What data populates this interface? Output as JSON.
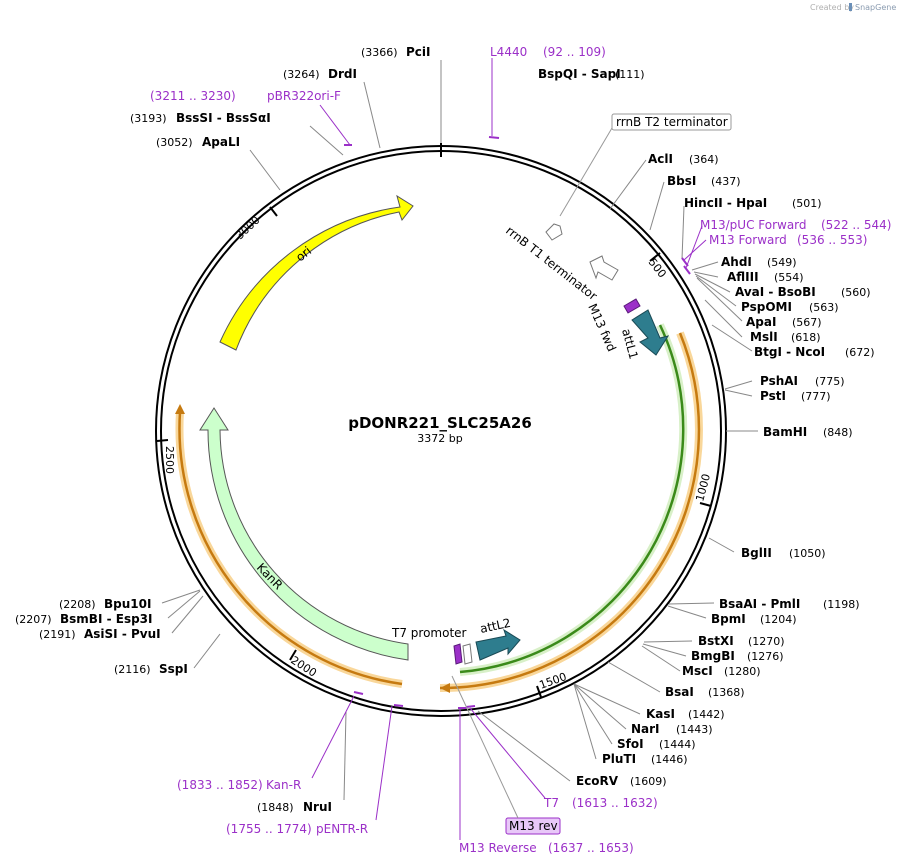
{
  "credit": {
    "created_by": "Created by",
    "brand": "SnapGene"
  },
  "plasmid": {
    "name": "pDONR221_SLC25A26",
    "size": "3372 bp"
  },
  "ticks": [
    "500",
    "1000",
    "1500",
    "2000",
    "2500",
    "3000"
  ],
  "features": {
    "ori": "ori",
    "kanr": "KanR",
    "attl1": "attL1",
    "attl2": "attL2",
    "m13fwd": "M13 fwd",
    "rrnb_t1": "rrnB T1 terminator",
    "rrnb_t2": "rrnB T2 terminator",
    "t7_promoter": "T7 promoter",
    "m13rev": "M13 rev"
  },
  "enzymes_right": [
    {
      "name": "AclI",
      "pos": "(364)"
    },
    {
      "name": "BbsI",
      "pos": "(437)"
    },
    {
      "name": "HincII  -  HpaI",
      "pos": "(501)"
    },
    {
      "name": "AhdI",
      "pos": "(549)"
    },
    {
      "name": "AflIII",
      "pos": "(554)"
    },
    {
      "name": "AvaI  -  BsoBI",
      "pos": "(560)"
    },
    {
      "name": "PspOMI",
      "pos": "(563)"
    },
    {
      "name": "ApaI",
      "pos": "(567)"
    },
    {
      "name": "MslI",
      "pos": "(618)"
    },
    {
      "name": "BtgI  -  NcoI",
      "pos": "(672)"
    },
    {
      "name": "PshAI",
      "pos": "(775)"
    },
    {
      "name": "PstI",
      "pos": "(777)"
    },
    {
      "name": "BamHI",
      "pos": "(848)"
    },
    {
      "name": "BglII",
      "pos": "(1050)"
    },
    {
      "name": "BsaAI  -  PmlI",
      "pos": "(1198)"
    },
    {
      "name": "BpmI",
      "pos": "(1204)"
    },
    {
      "name": "BstXI",
      "pos": "(1270)"
    },
    {
      "name": "BmgBI",
      "pos": "(1276)"
    },
    {
      "name": "MscI",
      "pos": "(1280)"
    },
    {
      "name": "BsaI",
      "pos": "(1368)"
    },
    {
      "name": "KasI",
      "pos": "(1442)"
    },
    {
      "name": "NarI",
      "pos": "(1443)"
    },
    {
      "name": "SfoI",
      "pos": "(1444)"
    },
    {
      "name": "PluTI",
      "pos": "(1446)"
    },
    {
      "name": "EcoRV",
      "pos": "(1609)"
    }
  ],
  "enzymes_left": [
    {
      "name": "PciI",
      "pos": "(3366)"
    },
    {
      "name": "DrdI",
      "pos": "(3264)"
    },
    {
      "name": "BssSI  -  BssSαI",
      "pos": "(3193)"
    },
    {
      "name": "ApaLI",
      "pos": "(3052)"
    },
    {
      "name": "Bpu10I",
      "pos": "(2208)"
    },
    {
      "name": "BsmBI  -  Esp3I",
      "pos": "(2207)"
    },
    {
      "name": "AsiSI  -  PvuI",
      "pos": "(2191)"
    },
    {
      "name": "SspI",
      "pos": "(2116)"
    },
    {
      "name": "NruI",
      "pos": "(1848)"
    }
  ],
  "primers": [
    {
      "name": "L4440",
      "range": "(92 .. 109)"
    },
    {
      "name": "pBR322ori-F",
      "range": "(3211 .. 3230)"
    },
    {
      "name": "M13/pUC Forward",
      "range": "(522 .. 544)"
    },
    {
      "name": "M13 Forward",
      "range": "(536 .. 553)"
    },
    {
      "name": "T7",
      "range": "(1613 .. 1632)"
    },
    {
      "name": "M13 Reverse",
      "range": "(1637 .. 1653)"
    },
    {
      "name": "Kan-R",
      "range": "(1833 .. 1852)"
    },
    {
      "name": "pENTR-R",
      "range": "(1755 .. 1774)"
    }
  ],
  "colors": {
    "ori": "#ffff00",
    "kanr": "#ccffcc",
    "attl": "#2e7d8e",
    "primer": "#9b30c8",
    "orange_track": "#f0a030",
    "green_track": "#3a8a1a"
  }
}
